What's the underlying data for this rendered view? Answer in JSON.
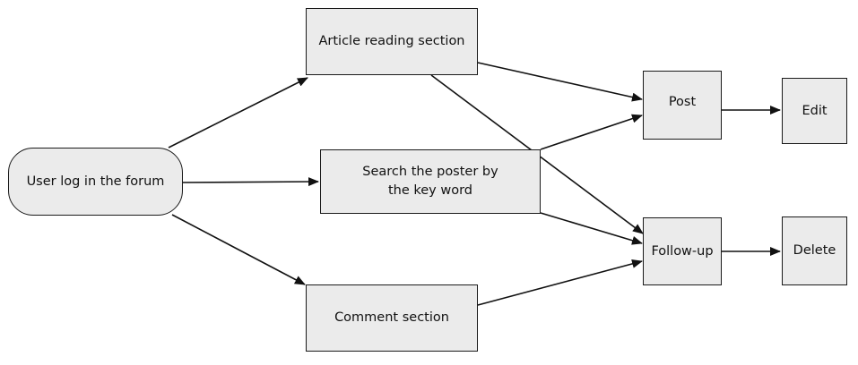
{
  "nodes": {
    "start": "User log in the forum",
    "article": "Article reading section",
    "search": "Search the poster by the key word",
    "comment": "Comment section",
    "post": "Post",
    "followup": "Follow-up",
    "edit": "Edit",
    "delete": "Delete"
  },
  "edges": [
    {
      "from": "start",
      "to": "article"
    },
    {
      "from": "start",
      "to": "search"
    },
    {
      "from": "start",
      "to": "comment"
    },
    {
      "from": "article",
      "to": "post"
    },
    {
      "from": "article",
      "to": "followup"
    },
    {
      "from": "search",
      "to": "post"
    },
    {
      "from": "search",
      "to": "followup"
    },
    {
      "from": "comment",
      "to": "followup"
    },
    {
      "from": "post",
      "to": "edit"
    },
    {
      "from": "followup",
      "to": "delete"
    }
  ]
}
